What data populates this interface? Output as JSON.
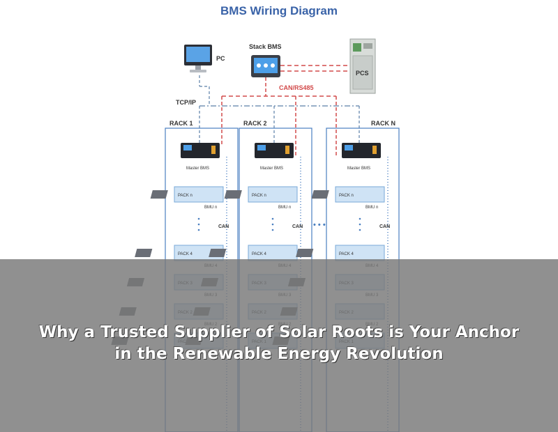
{
  "diagram": {
    "title": "BMS Wiring Diagram",
    "nodes": {
      "pc": "PC",
      "stack_bms": "Stack BMS",
      "pcs": "PCS"
    },
    "links": {
      "can_rs485": "CAN/RS485",
      "tcp_ip": "TCP/IP",
      "can": "CAN",
      "ellipsis": "• • •"
    },
    "racks": [
      {
        "label": "RACK 1",
        "master": "Master BMS"
      },
      {
        "label": "RACK 2",
        "master": "Master BMS"
      },
      {
        "label": "RACK N",
        "master": "Master BMS"
      }
    ],
    "packs": [
      {
        "pack": "PACK n",
        "bmu": "BMU n"
      },
      {
        "pack": "PACK 4",
        "bmu": "BMU 4"
      },
      {
        "pack": "PACK 3",
        "bmu": "BMU 3"
      },
      {
        "pack": "PACK 2",
        "bmu": "BMU 2"
      },
      {
        "pack": "PACK 1",
        "bmu": "BMU 1"
      }
    ],
    "colors": {
      "title": "#3a63a8",
      "can_line": "#d24a4a",
      "tcp_line": "#5b7fa8",
      "rack_border": "#4a7fc0",
      "pack_fill": "#cfe3f5"
    }
  },
  "caption": {
    "line1": "Why a Trusted Supplier of Solar Roots is Your Anchor",
    "line2": "in the Renewable Energy Revolution"
  }
}
